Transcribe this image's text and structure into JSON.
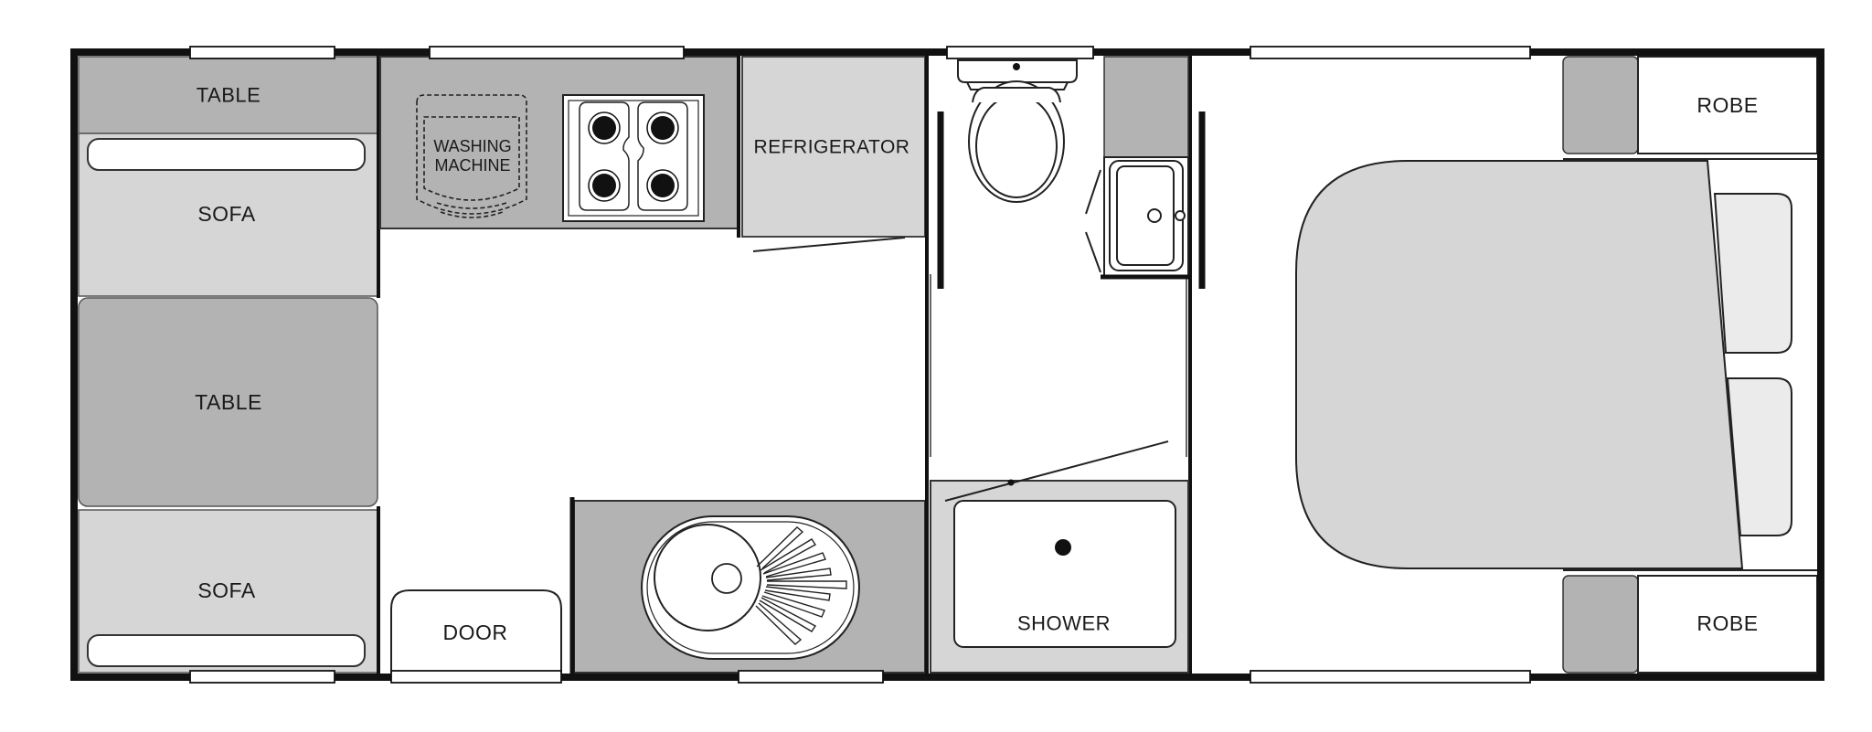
{
  "colors": {
    "wall": "#111111",
    "dark_fill": "#b3b3b3",
    "light_fill": "#d6d6d6",
    "white": "#ffffff"
  },
  "labels": {
    "table_top": "TABLE",
    "sofa_top": "SOFA",
    "table_middle": "TABLE",
    "sofa_bottom": "SOFA",
    "washing_machine_line1": "WASHING",
    "washing_machine_line2": "MACHINE",
    "refrigerator": "REFRIGERATOR",
    "door": "DOOR",
    "shower": "SHOWER",
    "robe_top": "ROBE",
    "robe_bottom": "ROBE"
  },
  "icons": [
    "cooktop-icon",
    "toilet-icon",
    "basin-icon",
    "kitchen-sink-icon",
    "shower-drain-icon",
    "bed-icon",
    "pillow-icon"
  ]
}
